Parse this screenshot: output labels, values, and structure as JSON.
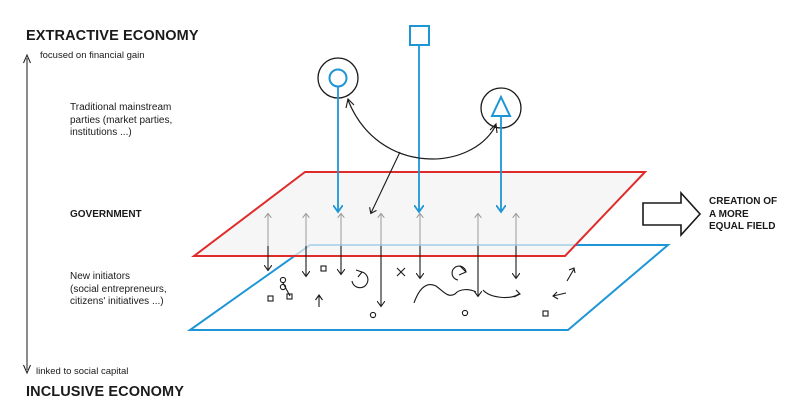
{
  "top": {
    "title": "EXTRACTIVE ECONOMY",
    "subtitle": "focused on financial gain"
  },
  "bottom": {
    "title": "INCLUSIVE ECONOMY",
    "subtitle": "linked to social capital"
  },
  "labels": {
    "traditional": [
      "Traditional mainstream",
      "parties (market parties,",
      "institutions ...)"
    ],
    "government": "GOVERNMENT",
    "initiators": [
      "New initiators",
      "(social entrepreneurs,",
      "citizens' initiatives ...)"
    ]
  },
  "outcome": [
    "CREATION OF",
    "A MORE",
    "EQUAL FIELD"
  ],
  "colors": {
    "red": "#e02b2b",
    "blue": "#1e95d6",
    "gray": "#9a9a9a",
    "ink": "#1a1a1a",
    "plane_fill": "#f2f2f2"
  },
  "icons": [
    "circle-actor-icon",
    "square-actor-icon",
    "triangle-actor-icon"
  ]
}
